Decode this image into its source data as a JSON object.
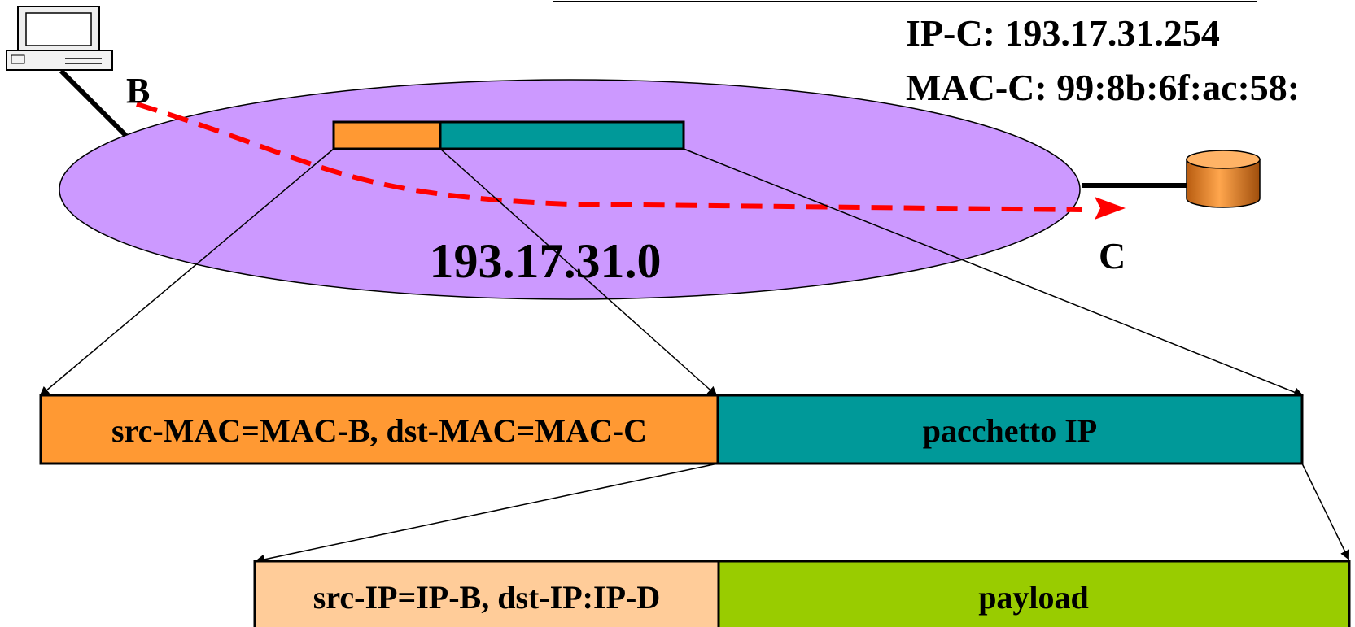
{
  "host_c": {
    "ip_line": "IP-C: 193.17.31.254",
    "mac_line": "MAC-C: 99:8b:6f:ac:58:",
    "label": "C"
  },
  "host_b": {
    "label": "B"
  },
  "network": {
    "address": "193.17.31.0"
  },
  "frame": {
    "header": "src-MAC=MAC-B, dst-MAC=MAC-C",
    "body": "pacchetto IP"
  },
  "packet": {
    "header": "src-IP=IP-B, dst-IP:IP-D",
    "body": "payload"
  },
  "colors": {
    "network_fill": "#cc99ff",
    "mac_header": "#ff9933",
    "frame_body": "#009999",
    "ip_header": "#ffcc99",
    "payload": "#99cc00",
    "path": "#ff0000",
    "server": "#e88a2e"
  },
  "icons": [
    "computer-icon",
    "server-icon"
  ]
}
